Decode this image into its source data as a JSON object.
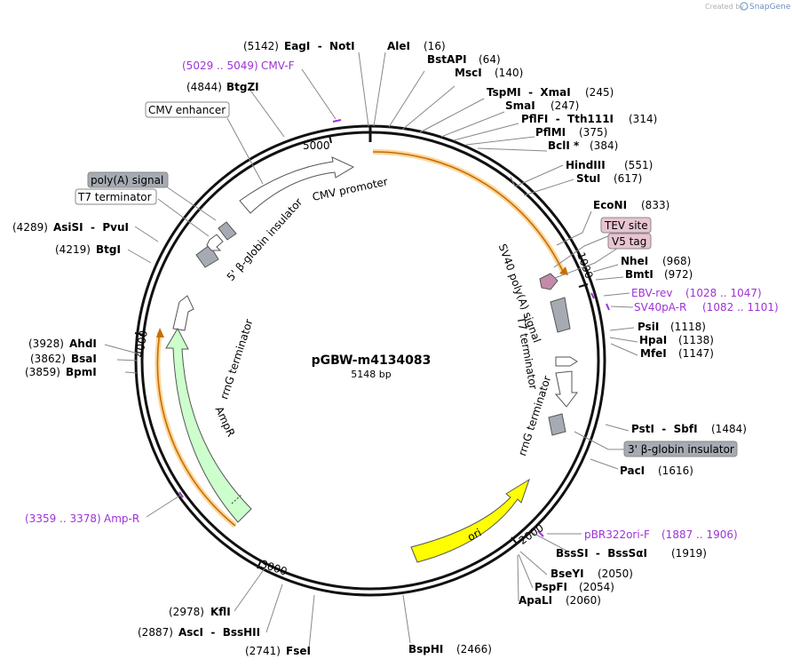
{
  "header": {
    "credit_prefix": "Created by",
    "credit_brand": "SnapGene"
  },
  "plasmid": {
    "name": "pGBW-m4134083",
    "size": "5148 bp"
  },
  "colors": {
    "primer": "#9e33d6",
    "ori": "#ffff00",
    "ampr": "#ccffcc",
    "tag": "#e8c4d2",
    "gray": "#a6abb3",
    "orange": "#f5a623"
  },
  "ticks": [
    "1000",
    "2000",
    "3000",
    "4000",
    "5000"
  ],
  "sites": [
    {
      "name": "EagI  -  NotI",
      "pos": "(5142)"
    },
    {
      "name": "AleI",
      "pos": "(16)"
    },
    {
      "name": "BstAPI",
      "pos": "(64)"
    },
    {
      "name": "MscI",
      "pos": "(140)"
    },
    {
      "name": "TspMI  -  XmaI",
      "pos": "(245)"
    },
    {
      "name": "SmaI",
      "pos": "(247)"
    },
    {
      "name": "PflFI  -  Tth111I",
      "pos": "(314)"
    },
    {
      "name": "PflMI",
      "pos": "(375)"
    },
    {
      "name": "BclI *",
      "pos": "(384)"
    },
    {
      "name": "HindIII",
      "pos": "(551)"
    },
    {
      "name": "StuI",
      "pos": "(617)"
    },
    {
      "name": "EcoNI",
      "pos": "(833)"
    },
    {
      "name": "NheI",
      "pos": "(968)"
    },
    {
      "name": "BmtI",
      "pos": "(972)"
    },
    {
      "name": "PsiI",
      "pos": "(1118)"
    },
    {
      "name": "HpaI",
      "pos": "(1138)"
    },
    {
      "name": "MfeI",
      "pos": "(1147)"
    },
    {
      "name": "PstI  -  SbfI",
      "pos": "(1484)"
    },
    {
      "name": "PacI",
      "pos": "(1616)"
    },
    {
      "name": "BssSI  -  BssSαI",
      "pos": "(1919)"
    },
    {
      "name": "BseYI",
      "pos": "(2050)"
    },
    {
      "name": "PspFI",
      "pos": "(2054)"
    },
    {
      "name": "ApaLI",
      "pos": "(2060)"
    },
    {
      "name": "BspHI",
      "pos": "(2466)"
    },
    {
      "name": "FseI",
      "pos": "(2741)"
    },
    {
      "name": "AscI  -  BssHII",
      "pos": "(2887)"
    },
    {
      "name": "KflI",
      "pos": "(2978)"
    },
    {
      "name": "BpmI",
      "pos": "(3859)"
    },
    {
      "name": "BsaI",
      "pos": "(3862)"
    },
    {
      "name": "AhdI",
      "pos": "(3928)"
    },
    {
      "name": "BtgI",
      "pos": "(4219)"
    },
    {
      "name": "AsiSI  -  PvuI",
      "pos": "(4289)"
    },
    {
      "name": "BtgZI",
      "pos": "(4844)"
    }
  ],
  "primers": [
    {
      "name": "CMV-F",
      "range": "(5029 .. 5049)"
    },
    {
      "name": "EBV-rev",
      "range": "(1028 .. 1047)"
    },
    {
      "name": "SV40pA-R",
      "range": "(1082 .. 1101)"
    },
    {
      "name": "pBR322ori-F",
      "range": "(1887 .. 1906)"
    },
    {
      "name": "Amp-R",
      "range": "(3359 .. 3378)"
    }
  ],
  "boxed_labels": [
    "CMV enhancer",
    "poly(A) signal",
    "T7 terminator",
    "TEV site",
    "V5 tag",
    "3' β-globin insulator"
  ],
  "features": {
    "cmv_promoter": "CMV promoter",
    "beta_globin_5": "5' β-globin insulator",
    "sv40_polya": "SV40 poly(A) signal",
    "t7_term": "T7 terminator",
    "rrng_right": "rrnG terminator",
    "rrng_left": "rrnG terminator",
    "ampr": "AmpR",
    "ori": "ori"
  }
}
